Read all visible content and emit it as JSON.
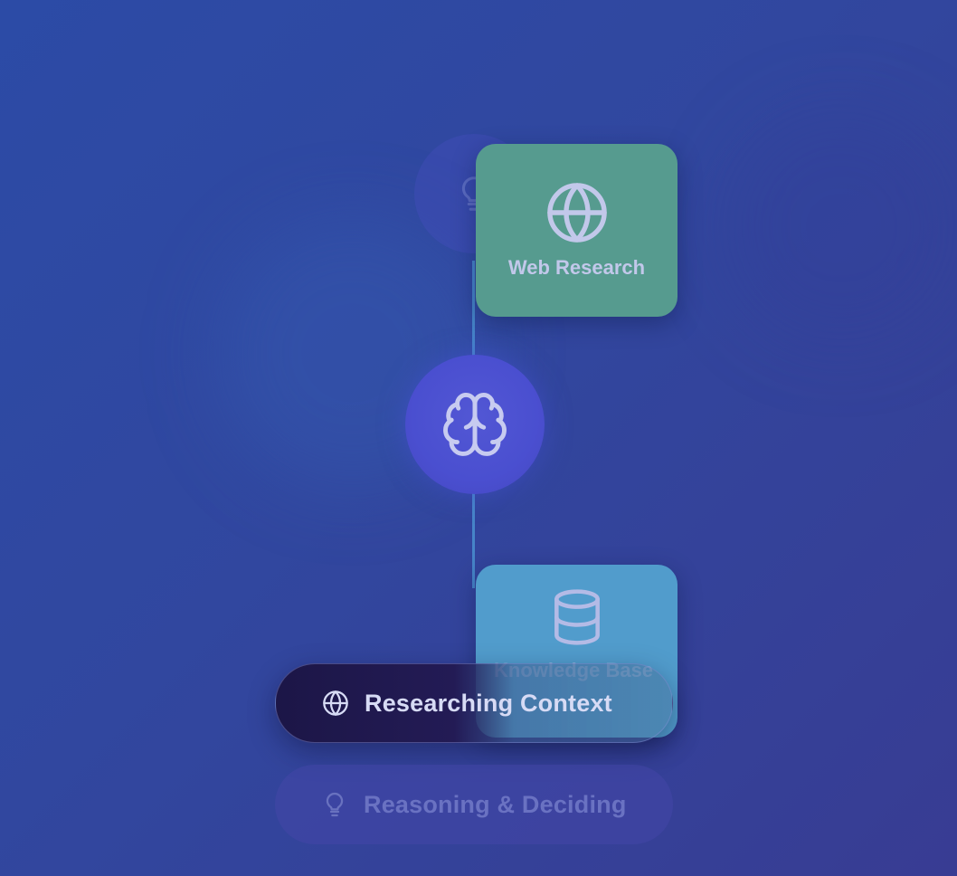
{
  "diagram": {
    "center_node": {
      "icon": "brain-icon"
    },
    "ghost_node": {
      "icon": "lightbulb-icon"
    },
    "cards": [
      {
        "label": "Web Research",
        "icon": "globe-icon",
        "color": "#569b8f"
      },
      {
        "label": "Knowledge Base",
        "icon": "database-icon",
        "color": "#519ccc"
      }
    ],
    "connector_color": "#4a8fd0"
  },
  "steps": [
    {
      "label": "Researching Context",
      "icon": "globe-icon",
      "state": "active"
    },
    {
      "label": "Reasoning & Deciding",
      "icon": "lightbulb-icon",
      "state": "inactive"
    }
  ],
  "colors": {
    "background_start": "#2c4ba6",
    "background_end": "#383c93",
    "brain_node": "#4a4fd0",
    "active_pill": "#1c1647",
    "text": "#c2c8ea"
  }
}
